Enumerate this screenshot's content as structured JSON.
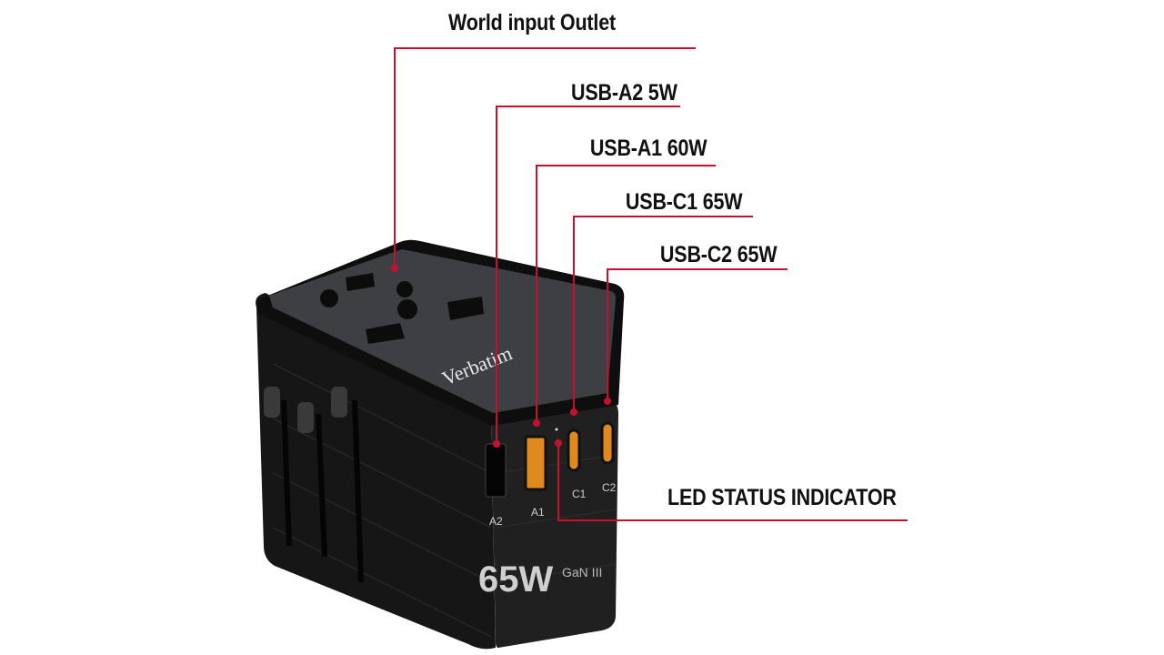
{
  "colors": {
    "leader": "#c8102e",
    "body": "#1c1c1c",
    "top_plate": "#3a3c3f",
    "port_orange": "#e08a1e"
  },
  "callouts": {
    "world_input": "World input Outlet",
    "usb_a2": "USB-A2 5W",
    "usb_a1": "USB-A1 60W",
    "usb_c1": "USB-C1 65W",
    "usb_c2": "USB-C2 65W",
    "led": "LED STATUS INDICATOR"
  },
  "product": {
    "brand": "Verbatim",
    "port_labels": [
      "A2",
      "A1",
      "C1",
      "C2"
    ],
    "power": "65W",
    "tech": "GaN III"
  }
}
